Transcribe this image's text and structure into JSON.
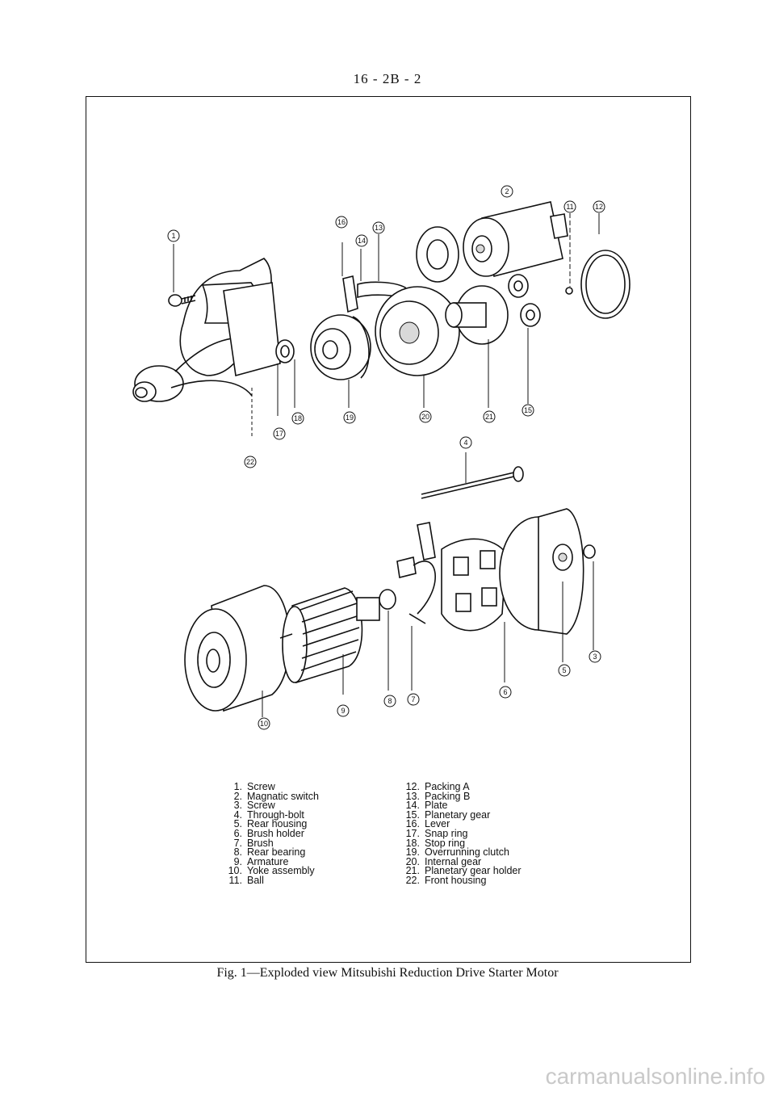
{
  "page_number": "16 - 2B - 2",
  "figure_caption": "Fig. 1—Exploded view Mitsubishi Reduction Drive Starter Motor",
  "watermark": "carmanualsonline.info",
  "callouts": [
    "1",
    "2",
    "3",
    "4",
    "5",
    "6",
    "7",
    "8",
    "9",
    "10",
    "11",
    "12",
    "13",
    "14",
    "15",
    "16",
    "17",
    "18",
    "19",
    "20",
    "21",
    "22"
  ],
  "legend_left": [
    {
      "num": "1.",
      "label": "Screw"
    },
    {
      "num": "2.",
      "label": "Magnatic switch"
    },
    {
      "num": "3.",
      "label": "Screw"
    },
    {
      "num": "4.",
      "label": "Through-bolt"
    },
    {
      "num": "5.",
      "label": "Rear housing"
    },
    {
      "num": "6.",
      "label": "Brush holder"
    },
    {
      "num": "7.",
      "label": "Brush"
    },
    {
      "num": "8.",
      "label": "Rear bearing"
    },
    {
      "num": "9.",
      "label": "Armature"
    },
    {
      "num": "10.",
      "label": "Yoke assembly"
    },
    {
      "num": "11.",
      "label": "Ball"
    }
  ],
  "legend_right": [
    {
      "num": "12.",
      "label": "Packing A"
    },
    {
      "num": "13.",
      "label": "Packing B"
    },
    {
      "num": "14.",
      "label": "Plate"
    },
    {
      "num": "15.",
      "label": "Planetary gear"
    },
    {
      "num": "16.",
      "label": "Lever"
    },
    {
      "num": "17.",
      "label": "Snap ring"
    },
    {
      "num": "18.",
      "label": "Stop ring"
    },
    {
      "num": "19.",
      "label": "Overrunning clutch"
    },
    {
      "num": "20.",
      "label": "Internal gear"
    },
    {
      "num": "21.",
      "label": "Planetary gear holder"
    },
    {
      "num": "22.",
      "label": "Front housing"
    }
  ]
}
